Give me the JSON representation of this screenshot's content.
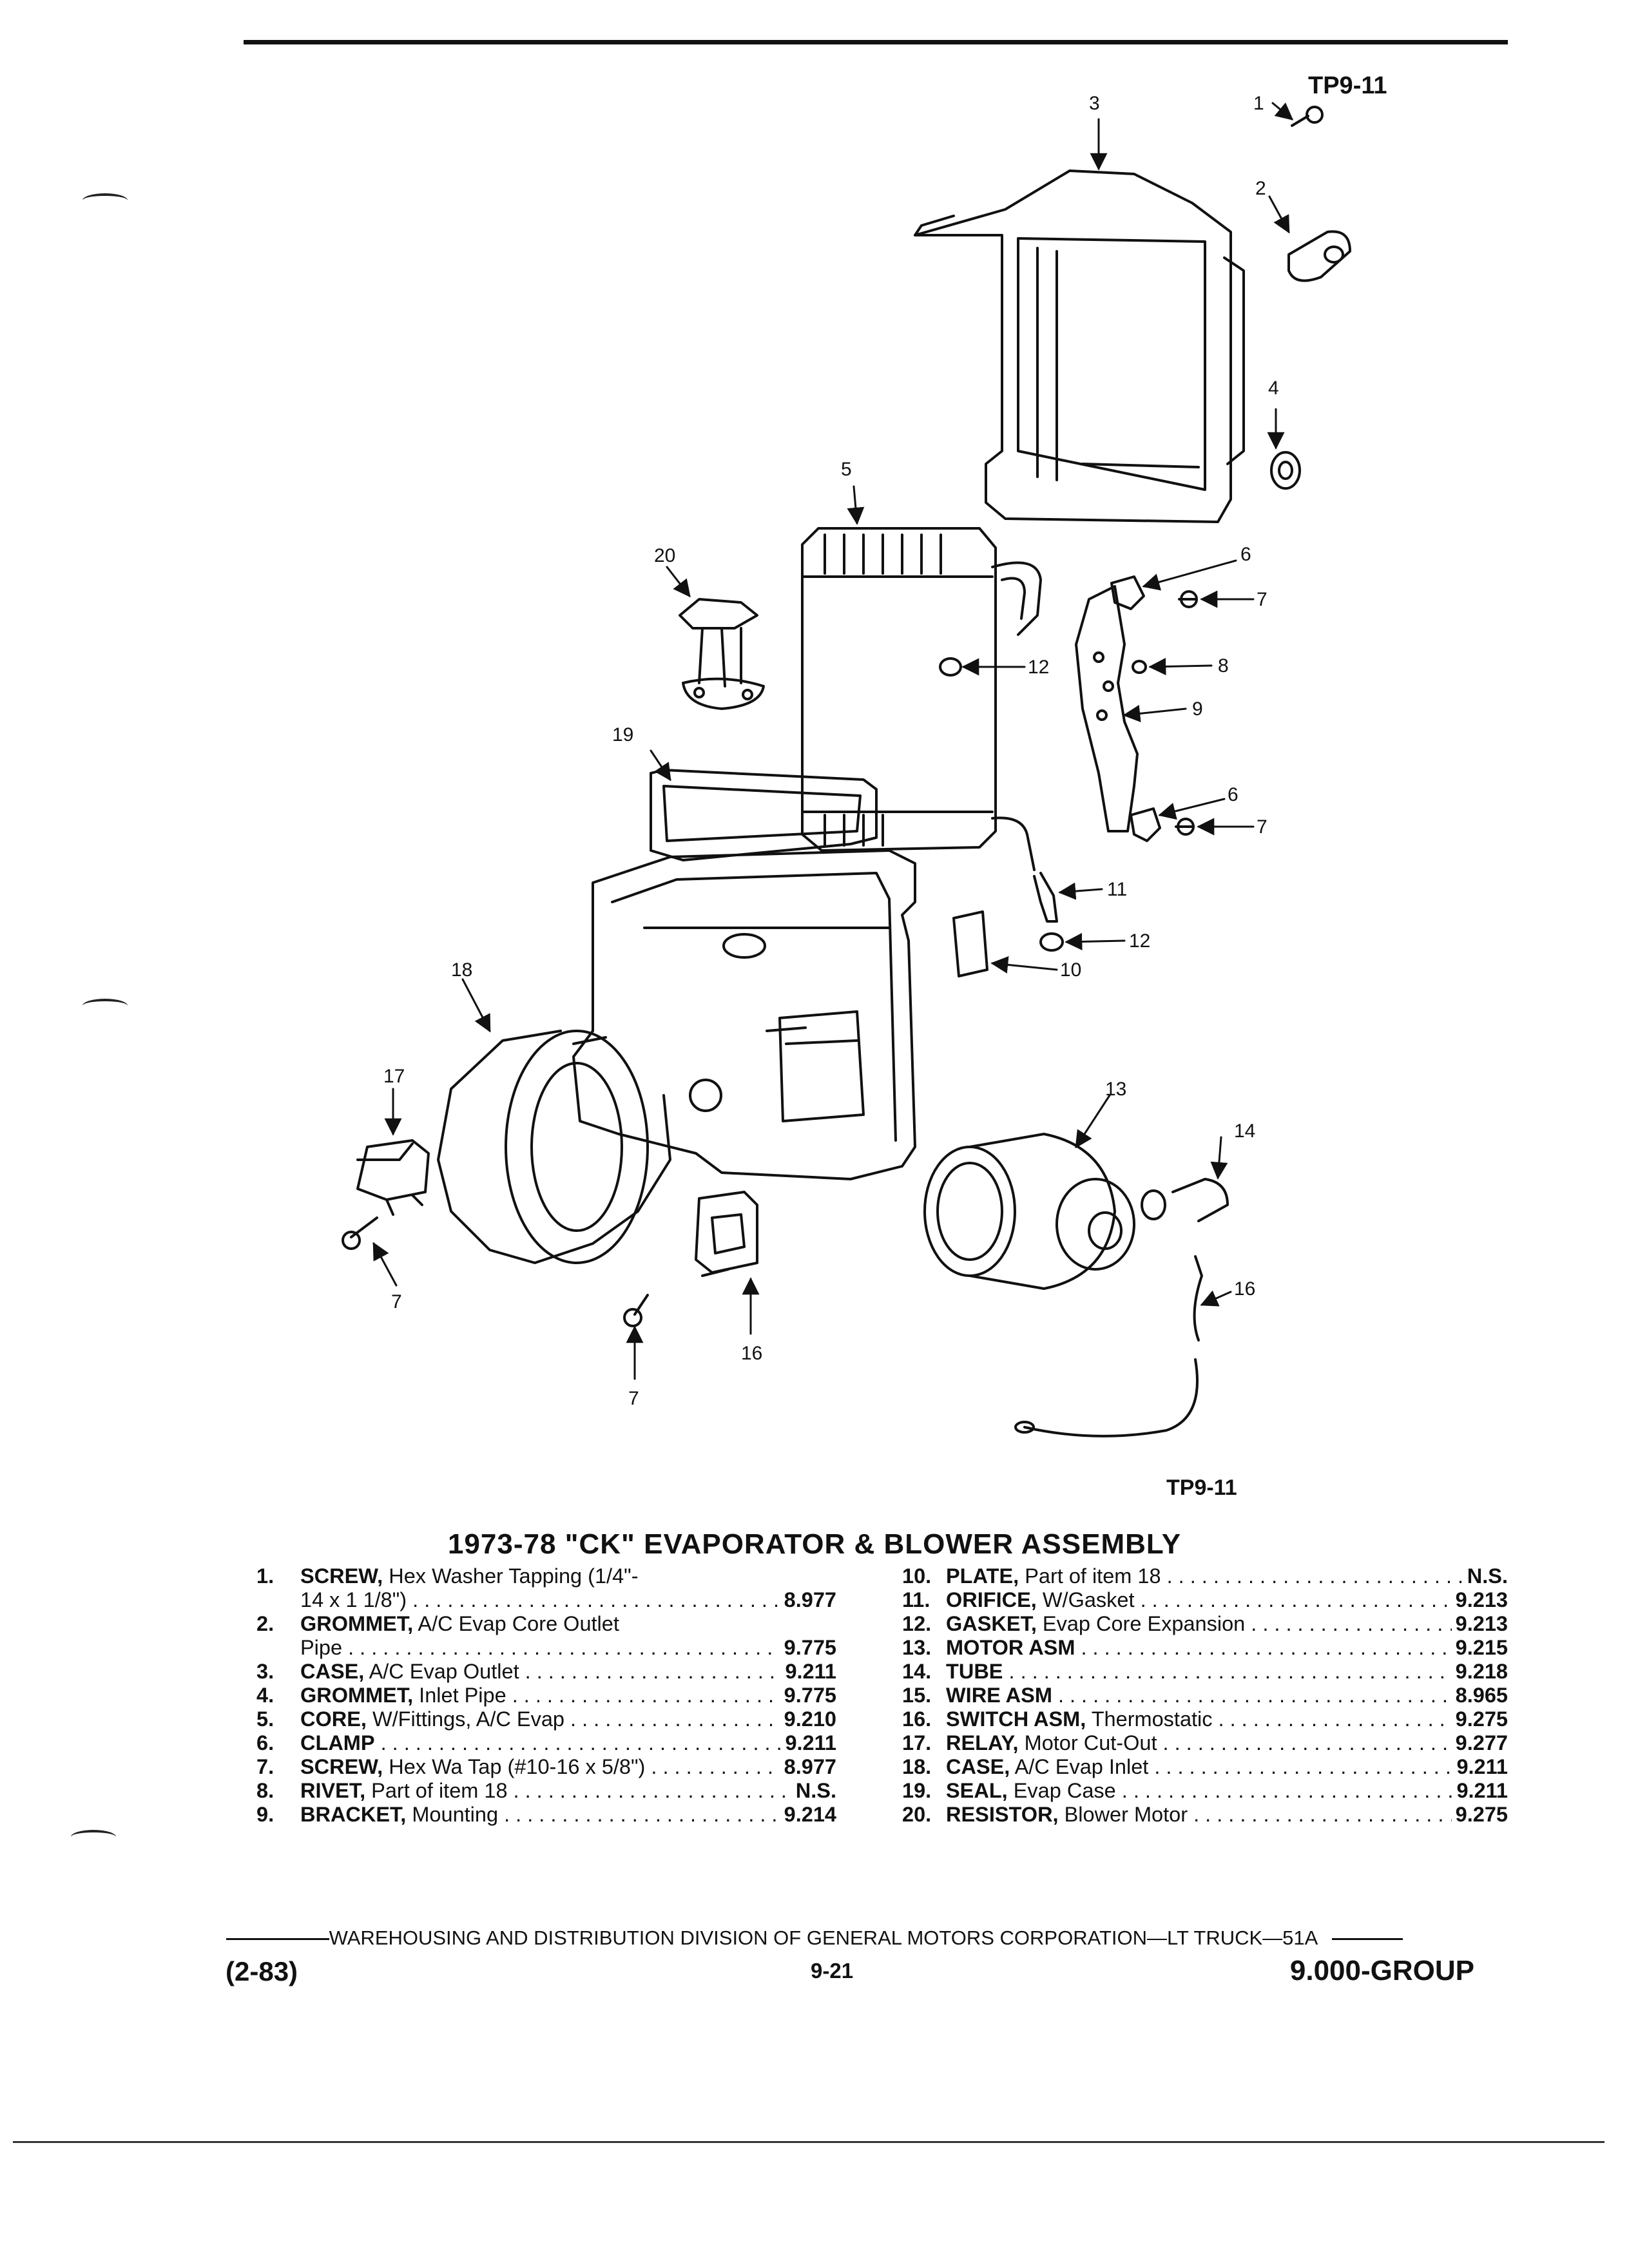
{
  "top_code": "TP9-11",
  "figure_code": "TP9-11",
  "title": "1973-78 \"CK\" EVAPORATOR & BLOWER ASSEMBLY",
  "parts_left": [
    {
      "num": "1.",
      "name": "SCREW,",
      "desc": "Hex Washer Tapping (1/4\"-",
      "desc2": "14 x 1 1/8\")",
      "group": "8.977"
    },
    {
      "num": "2.",
      "name": "GROMMET,",
      "desc": "A/C Evap Core Outlet",
      "desc2": "Pipe",
      "group": "9.775"
    },
    {
      "num": "3.",
      "name": "CASE,",
      "desc": "A/C Evap Outlet",
      "group": "9.211"
    },
    {
      "num": "4.",
      "name": "GROMMET,",
      "desc": "Inlet Pipe",
      "group": "9.775"
    },
    {
      "num": "5.",
      "name": "CORE,",
      "desc": "W/Fittings, A/C Evap",
      "group": "9.210"
    },
    {
      "num": "6.",
      "name": "CLAMP",
      "desc": "",
      "group": "9.211"
    },
    {
      "num": "7.",
      "name": "SCREW,",
      "desc": "Hex Wa Tap (#10-16 x 5/8\")",
      "group": "8.977"
    },
    {
      "num": "8.",
      "name": "RIVET,",
      "desc": "Part of item 18",
      "group": "N.S."
    },
    {
      "num": "9.",
      "name": "BRACKET,",
      "desc": "Mounting",
      "group": "9.214"
    }
  ],
  "parts_right": [
    {
      "num": "10.",
      "name": "PLATE,",
      "desc": "Part of item 18",
      "group": "N.S."
    },
    {
      "num": "11.",
      "name": "ORIFICE,",
      "desc": "W/Gasket",
      "group": "9.213"
    },
    {
      "num": "12.",
      "name": "GASKET,",
      "desc": "Evap Core Expansion",
      "group": "9.213"
    },
    {
      "num": "13.",
      "name": "MOTOR ASM",
      "desc": "",
      "group": "9.215"
    },
    {
      "num": "14.",
      "name": "TUBE",
      "desc": "",
      "group": "9.218"
    },
    {
      "num": "15.",
      "name": "WIRE ASM",
      "desc": "",
      "group": "8.965"
    },
    {
      "num": "16.",
      "name": "SWITCH ASM,",
      "desc": "Thermostatic",
      "group": "9.275"
    },
    {
      "num": "17.",
      "name": "RELAY,",
      "desc": "Motor Cut-Out",
      "group": "9.277"
    },
    {
      "num": "18.",
      "name": "CASE,",
      "desc": "A/C Evap Inlet",
      "group": "9.211"
    },
    {
      "num": "19.",
      "name": "SEAL,",
      "desc": "Evap Case",
      "group": "9.211"
    },
    {
      "num": "20.",
      "name": "RESISTOR,",
      "desc": "Blower Motor",
      "group": "9.275"
    }
  ],
  "callouts": [
    "1",
    "2",
    "3",
    "4",
    "5",
    "6",
    "7",
    "8",
    "9",
    "10",
    "11",
    "12",
    "13",
    "14",
    "16",
    "17",
    "18",
    "19",
    "20"
  ],
  "footer": {
    "division": "WAREHOUSING AND DISTRIBUTION  DIVISION OF GENERAL MOTORS CORPORATION—LT TRUCK—51A",
    "date_code": "(2-83)",
    "page": "9-21",
    "group": "9.000-GROUP"
  }
}
